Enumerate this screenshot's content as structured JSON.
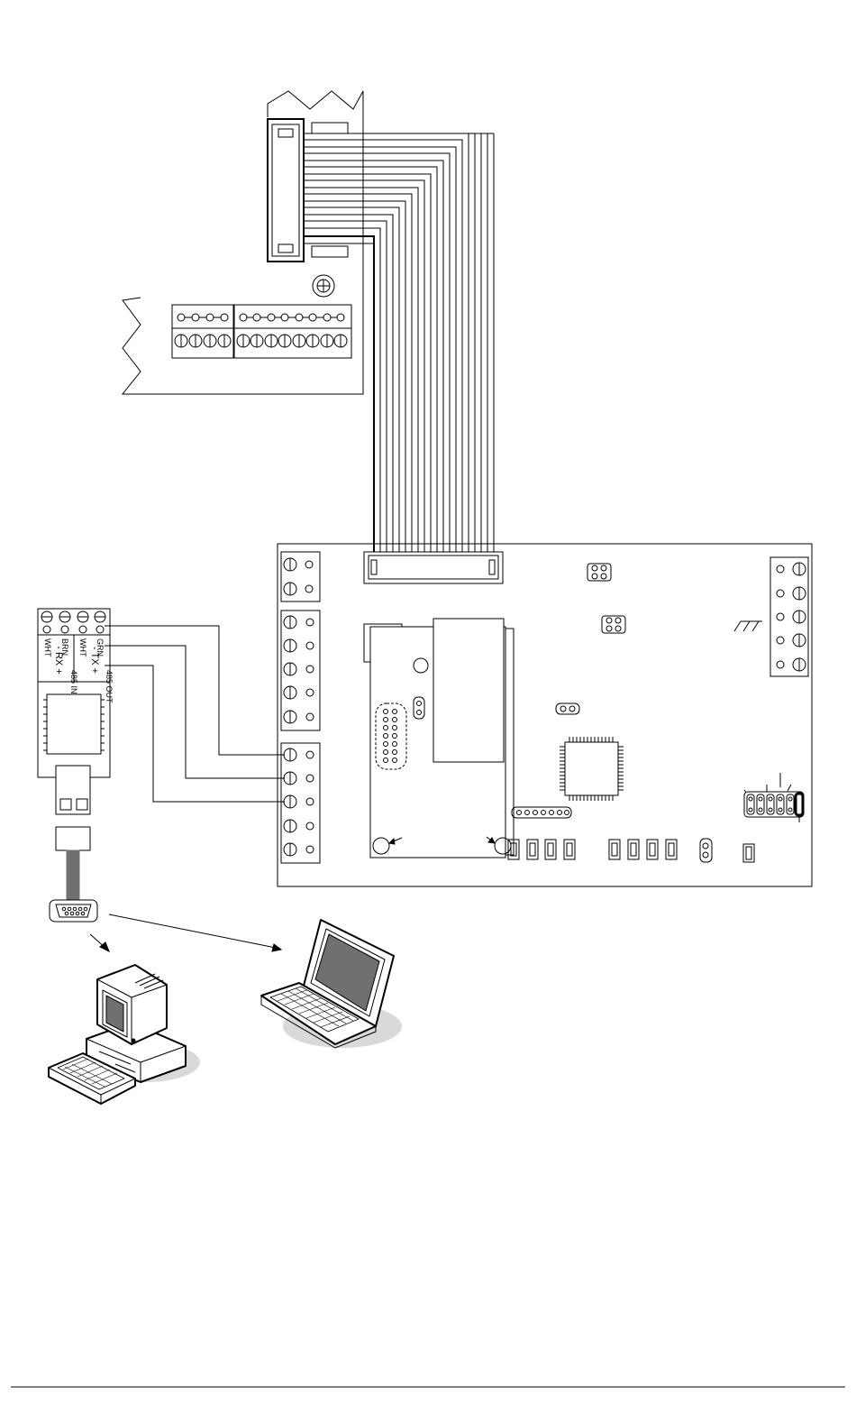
{
  "converter": {
    "wire_colors": [
      "WHT",
      "BRN",
      "WHT",
      "GRN"
    ],
    "signals": [
      "- RX +",
      "- TX +"
    ],
    "port_labels": [
      "485 IN",
      "485 OUT"
    ]
  },
  "colors": {
    "line": "#000000",
    "background": "#ffffff",
    "cable": "#707070",
    "shadow": "#d9d9d9"
  },
  "icons": [
    "ribbon-cable-icon",
    "terminal-block-icon",
    "usb-connector-icon",
    "db9-serial-connector-icon",
    "desktop-computer-icon",
    "laptop-computer-icon",
    "microcontroller-chip-icon",
    "ground-symbol-icon"
  ]
}
